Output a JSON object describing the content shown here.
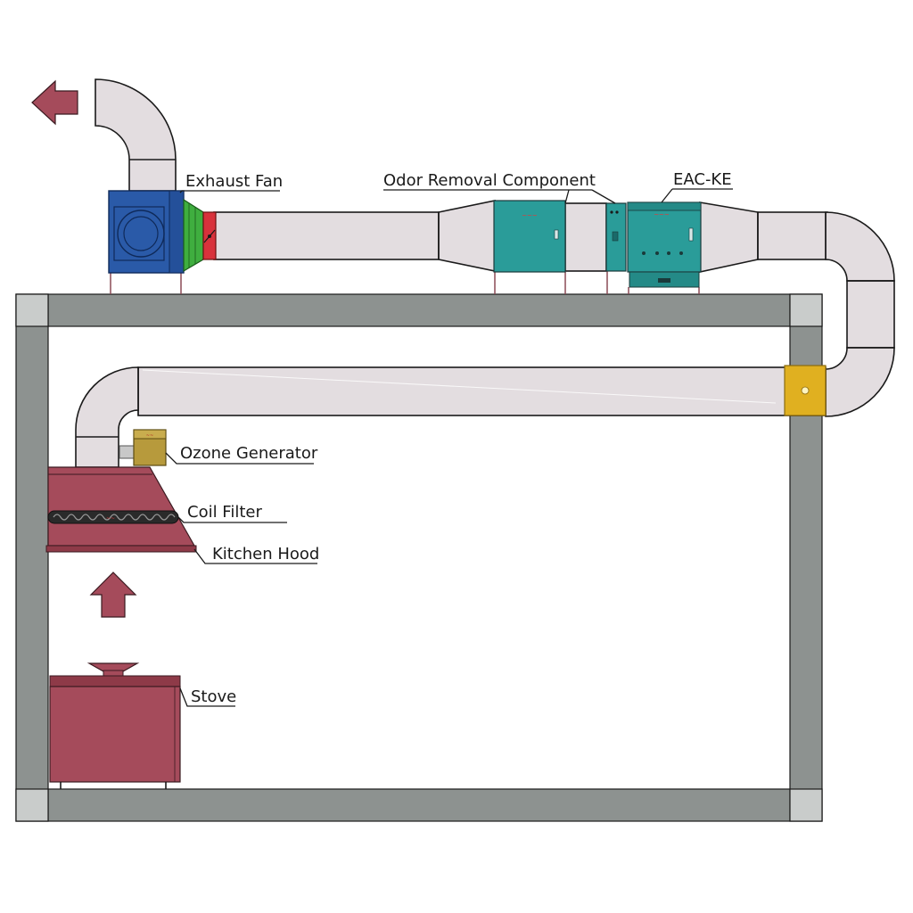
{
  "labels": {
    "exhaust_fan": "Exhaust Fan",
    "odor_removal": "Odor Removal Component",
    "eac_ke": "EAC-KE",
    "ozone_generator": "Ozone Generator",
    "coil_filter": "Coil Filter",
    "kitchen_hood": "Kitchen Hood",
    "stove": "Stove"
  },
  "colors": {
    "duct": "#e3dde0",
    "wall": "#8d9290",
    "fan_body": "#2a5aa8",
    "flex_connector": "#3fae3f",
    "damper": "#d8323c",
    "filter_units": "#2a9c99",
    "hood_and_stove": "#a54b5b",
    "arrows": "#a54b5b",
    "ozone_unit": "#b79a3c",
    "fire_damper": "#e0b020"
  }
}
